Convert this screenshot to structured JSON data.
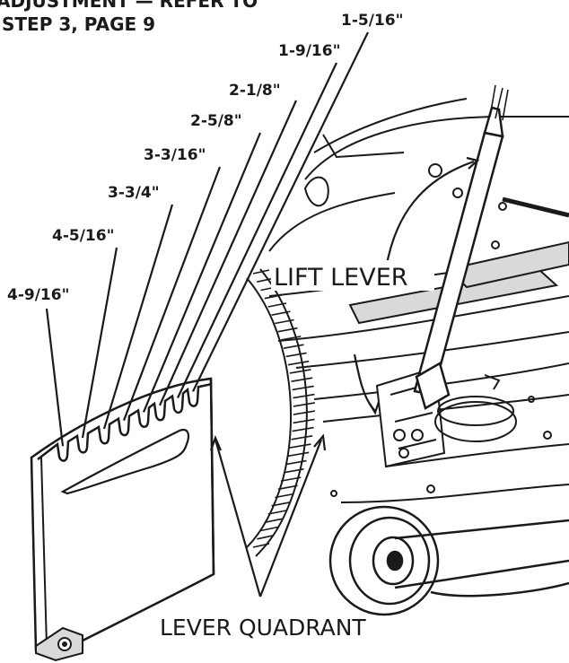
{
  "header": {
    "line1": "ADJUSTMENT — REFER TO",
    "line2": "STEP 3, PAGE 9"
  },
  "heights": [
    "1-5/16\"",
    "1-9/16\"",
    "2-1/8\"",
    "2-5/8\"",
    "3-3/16\"",
    "3-3/4\"",
    "4-5/16\"",
    "4-9/16\""
  ],
  "callouts": {
    "lift_lever": "LIFT LEVER",
    "lever_quadrant": "LEVER QUADRANT"
  },
  "colors": {
    "ink": "#1a1a1a",
    "paper": "#ffffff",
    "shade": "#d9d9d9"
  }
}
